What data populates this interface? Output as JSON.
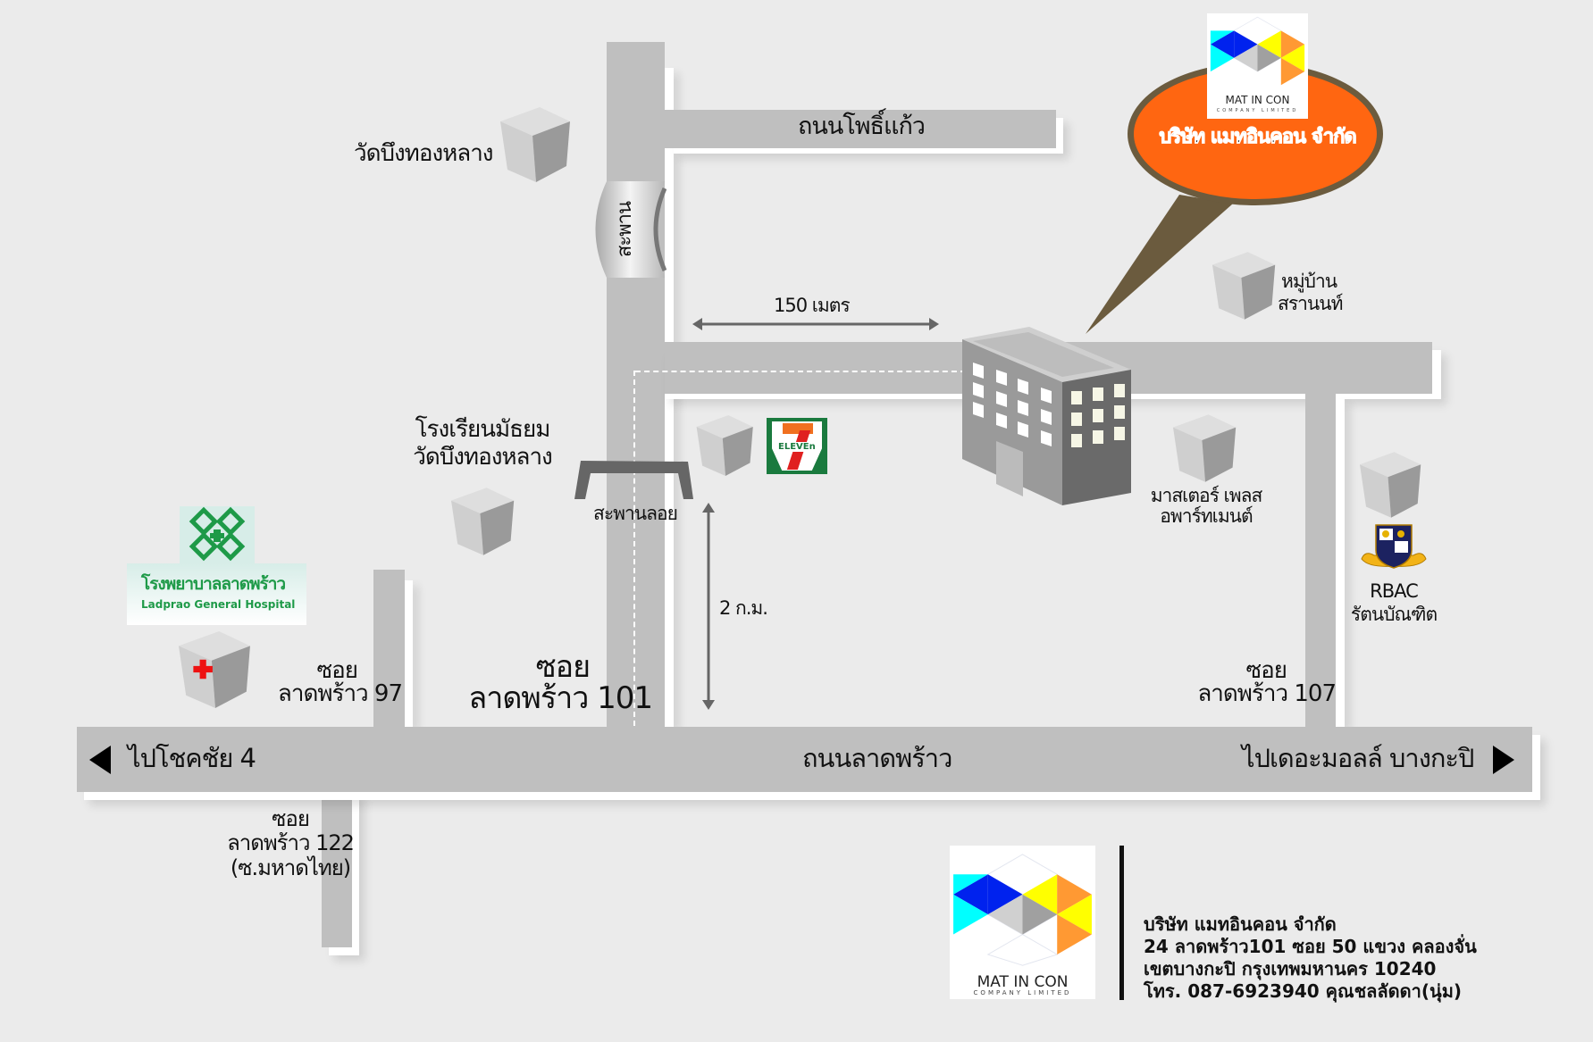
{
  "map": {
    "company_bubble": {
      "title": "บริษัท แมทอินคอน จำกัด",
      "fill": "#ff6611",
      "border": "#6b5b3e"
    },
    "logo": {
      "name": "MAT IN CON",
      "subtitle": "COMPANY LIMITED",
      "colors": {
        "cyan": "#00ffff",
        "blue": "#0022ee",
        "yellow": "#ffff00",
        "orange": "#ff9933",
        "light_gray": "#d0d0d0",
        "dark_gray": "#a0a0a0"
      }
    },
    "roads": {
      "main": "ถนนลาดพร้าว",
      "phokaew": "ถนนโพธิ์แก้ว",
      "bridge_vertical": "สะพาน",
      "flyover": "สะพานลอย",
      "to_west": "ไปโชคชัย 4",
      "to_east": "ไปเดอะมอลล์ บางกะปิ"
    },
    "sois": {
      "soi_97": {
        "line1": "ซอย",
        "line2": "ลาดพร้าว 97"
      },
      "soi_101": {
        "line1": "ซอย",
        "line2": "ลาดพร้าว 101"
      },
      "soi_107": {
        "line1": "ซอย",
        "line2": "ลาดพร้าว 107"
      },
      "soi_122": {
        "line1": "ซอย",
        "line2": "ลาดพร้าว 122",
        "line3": "(ซ.มหาดไทย)"
      }
    },
    "distances": {
      "horizontal": "150 เมตร",
      "vertical": "2 ก.ม."
    },
    "landmarks": {
      "temple": "วัดบึงทองหลาง",
      "school_line1": "โรงเรียนมัธยม",
      "school_line2": "วัดบึงทองหลาง",
      "village_line1": "หมู่บ้าน",
      "village_line2": "สรานนท์",
      "apartment_line1": "มาสเตอร์ เพลส",
      "apartment_line2": "อพาร์ทเมนต์",
      "rbac_line1": "RBAC",
      "rbac_line2": "รัตนบัณฑิต",
      "seven_eleven": "ELEVEn",
      "hospital_th": "โรงพยาบาลลาดพร้าว",
      "hospital_en": "Ladprao General Hospital"
    },
    "contact": {
      "line1": "บริษัท แมทอินคอน จำกัด",
      "line2": "24 ลาดพร้าว101 ซอย 50 แขวง คลองจั่น",
      "line3": "เขตบางกะปิ กรุงเทพมหานคร 10240",
      "line4": "โทร. 087-6923940 คุณชลลัดดา(นุ่ม)"
    }
  }
}
